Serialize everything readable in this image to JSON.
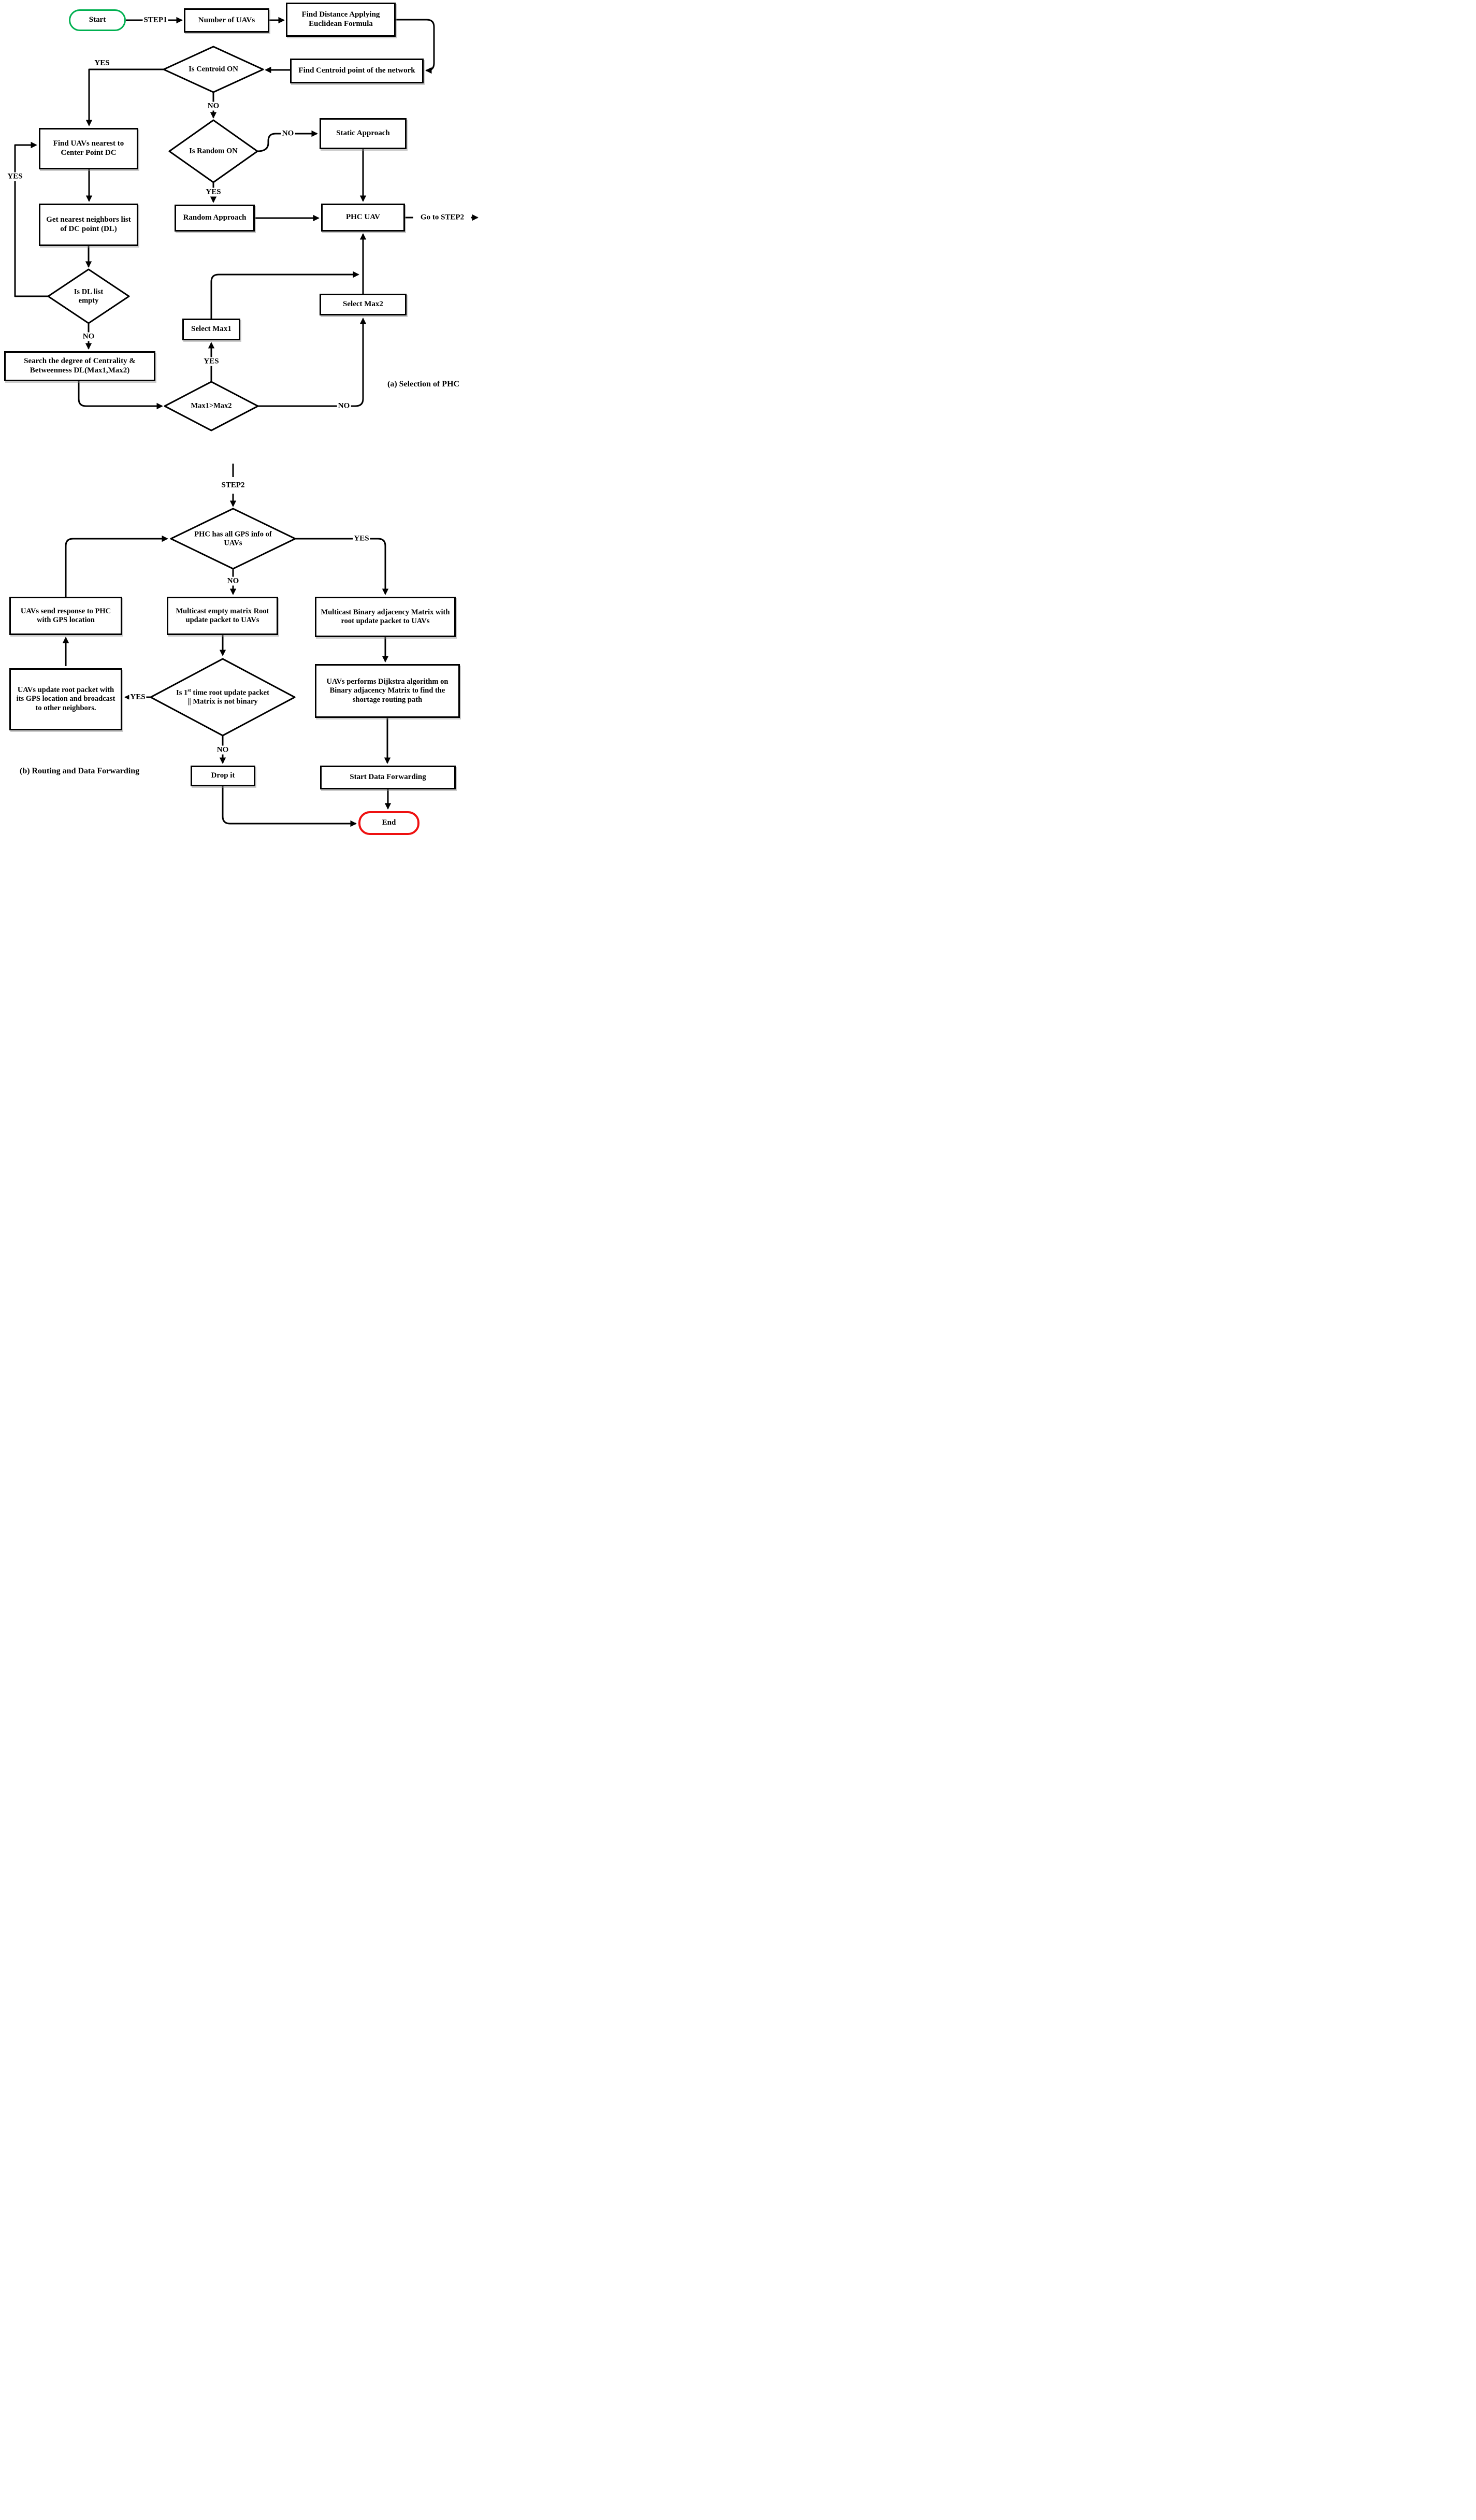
{
  "diagram": {
    "edge_labels": {
      "yes": "YES",
      "no": "NO"
    },
    "colors": {
      "start_border": "#00b050",
      "end_border": "#ee1111",
      "line": "#000000"
    },
    "section_a": {
      "caption": "(a) Selection of PHC",
      "start": "Start",
      "step1": "STEP1",
      "number_of_uavs": "Number of UAVs",
      "find_distance": "Find Distance Applying Euclidean Formula",
      "find_centroid": "Find Centroid point of the network",
      "is_centroid": "Is Centroid ON",
      "is_random": "Is Random ON",
      "static_approach": "Static Approach",
      "random_approach": "Random Approach",
      "phc_uav": "PHC UAV",
      "goto_step2": "Go to STEP2",
      "find_uavs": "Find UAVs nearest to Center Point DC",
      "get_neighbors": "Get nearest neighbors list of DC point (DL)",
      "is_dl_empty": "Is DL list empty",
      "search_centrality": "Search the degree of Centrality & Betweenness DL(Max1,Max2)",
      "select_max1": "Select Max1",
      "select_max2": "Select Max2",
      "max_compare": "Max1>Max2"
    },
    "section_b": {
      "caption": "(b) Routing and Data Forwarding",
      "step2": "STEP2",
      "phc_gps": "PHC has all GPS info of UAVs",
      "multicast_empty": "Multicast empty matrix Root update packet to UAVs",
      "multicast_binary": "Multicast Binary adjacency Matrix with root update packet to UAVs",
      "uavs_send": "UAVs send response to PHC with GPS location",
      "uavs_update": "UAVs update root packet with its GPS location and broadcast to other neighbors.",
      "is_first_pre": "Is 1",
      "is_first_sup": "st",
      "is_first_post": " time root update packet || Matrix is not binary",
      "drop_it": "Drop it",
      "dijkstra": "UAVs performs Dijkstra algorithm on Binary adjacency Matrix to find the shortage routing path",
      "start_forwarding": "Start Data Forwarding",
      "end": "End"
    }
  }
}
